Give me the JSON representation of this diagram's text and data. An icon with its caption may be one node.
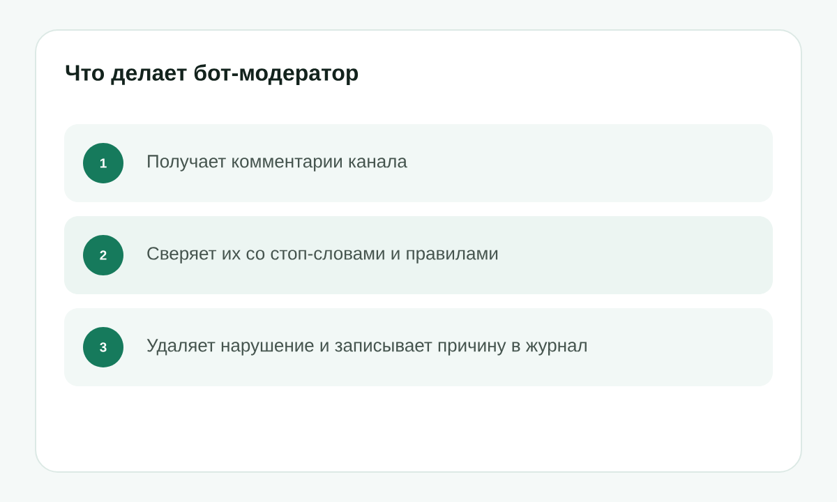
{
  "diagram": {
    "nodes": [
      {
        "text": [
          "Что делает бот-модератор"
        ]
      },
      {
        "text": [
          "Получает комментарии канала"
        ],
        "in": 0
      },
      {
        "text": [
          "1"
        ],
        "in": 1
      },
      {
        "text": [
          "Сверяет их со стоп-словами и правилами"
        ],
        "in": 0
      },
      {
        "text": [
          "2"
        ],
        "in": 3
      },
      {
        "text": [
          "Удаляет нарушение и записывает причину в журнал"
        ],
        "in": 0
      },
      {
        "text": [
          "3"
        ],
        "in": 5
      }
    ]
  }
}
